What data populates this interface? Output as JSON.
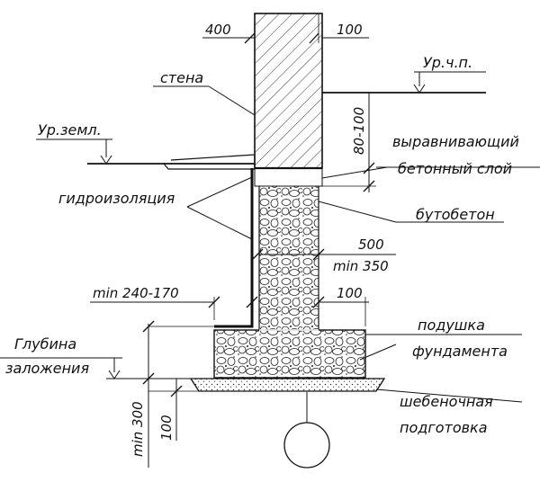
{
  "labels": {
    "wall": "стена",
    "floor_level": "Ур.ч.п.",
    "ground_level": "Ур.земл.",
    "leveling_1": "выравнивающий",
    "leveling_2": "бетонный слой",
    "waterproofing": "гидроизоляция",
    "rubble_concrete": "бутобетон",
    "cushion_1": "подушка",
    "cushion_2": "фундамента",
    "depth_1": "Глубина",
    "depth_2": "заложения",
    "gravel_1": "шебеночная",
    "gravel_2": "подготовка"
  },
  "dimensions": {
    "wall_left": "400",
    "wall_right": "100",
    "leveling_height": "80-100",
    "width_500": "500",
    "width_min350": "min 350",
    "left_offset": "min 240-170",
    "right_offset": "100",
    "depth_min300": "min 300",
    "gravel_100": "100"
  },
  "colors": {
    "line": "#111111",
    "background": "#ffffff"
  }
}
